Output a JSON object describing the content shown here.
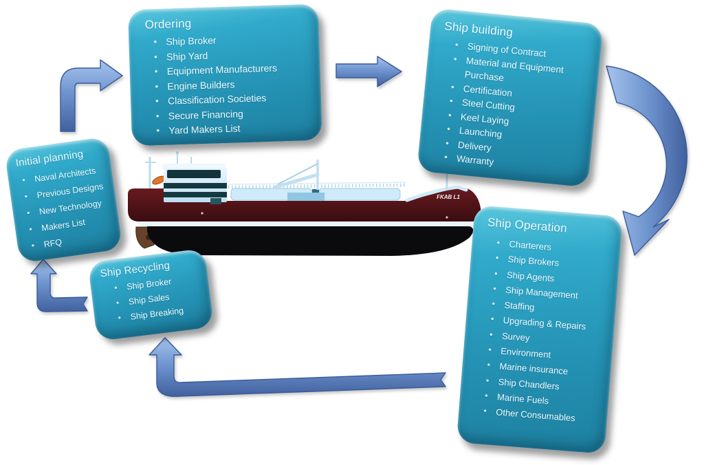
{
  "diagram": {
    "title_hint": "Ship lifecycle process diagram",
    "boxes": {
      "initial_planning": {
        "title": "Initial planning",
        "items": [
          "Naval Architects",
          "Previous  Designs",
          "New Technology",
          "Makers List",
          "RFQ"
        ]
      },
      "ordering": {
        "title": "Ordering",
        "items": [
          "Ship Broker",
          "Ship Yard",
          "Equipment Manufacturers",
          "Engine Builders",
          "Classification Societies",
          "Secure Financing",
          "Yard Makers List"
        ]
      },
      "ship_building": {
        "title": "Ship building",
        "items": [
          "Signing of Contract",
          "Material and Equipment Purchase",
          "Certification",
          "Steel Cutting",
          "Keel Laying",
          "Launching",
          "Delivery",
          "Warranty"
        ]
      },
      "ship_operation": {
        "title": "Ship Operation",
        "items": [
          "Charterers",
          "Ship Brokers",
          "Ship Agents",
          "Ship Management",
          "Staffing",
          "Upgrading & Repairs",
          "Survey",
          "Environment",
          "Marine insurance",
          "Ship Chandlers",
          "Marine Fuels",
          "Other Consumables"
        ]
      },
      "ship_recycling": {
        "title": "Ship Recycling",
        "items": [
          "Ship Broker",
          "Ship Sales",
          "Ship Breaking"
        ]
      }
    },
    "flow": [
      {
        "from": "Initial planning",
        "to": "Ordering"
      },
      {
        "from": "Ordering",
        "to": "Ship building"
      },
      {
        "from": "Ship building",
        "to": "Ship Operation"
      },
      {
        "from": "Ship Operation",
        "to": "Ship Recycling"
      },
      {
        "from": "Ship Recycling",
        "to": "Initial planning"
      }
    ],
    "ship": {
      "label": "FKAB L1"
    },
    "colors": {
      "box_teal_top": "#58c7dd",
      "box_teal_bottom": "#1e80a0",
      "box_text": "#eef9fc",
      "arrow_light": "#a6c3ec",
      "arrow_dark": "#41619f",
      "arrow_border": "#3a5a9a",
      "ship_hull_maroon": "#4e1317",
      "ship_hull_black": "#0b0b0e",
      "ship_superstructure": "#d8eefb"
    }
  }
}
